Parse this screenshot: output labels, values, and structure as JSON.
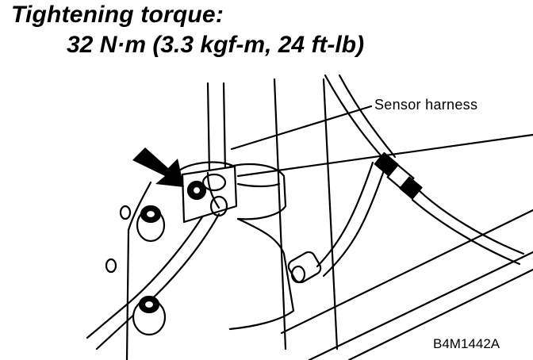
{
  "title": {
    "line1": "Tightening torque:",
    "line2": "32 N·m (3.3 kgf-m, 24 ft-lb)"
  },
  "callout": {
    "label": "Sensor harness"
  },
  "figure_code": "B4M1442A",
  "icons": {
    "pointer": "arrow-icon",
    "bolt": "bolt-icon"
  },
  "colors": {
    "line": "#000000",
    "background": "#ffffff"
  }
}
